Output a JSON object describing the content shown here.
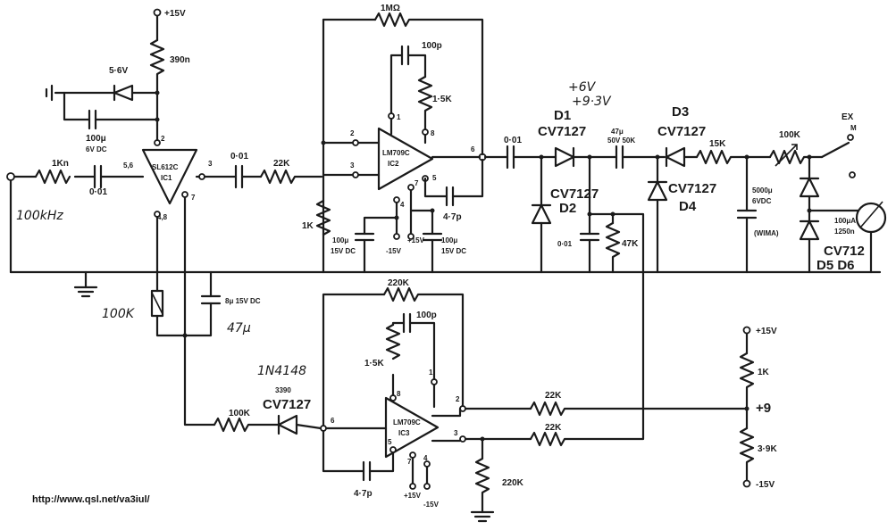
{
  "supplies": {
    "top": "+15V",
    "right_top": "+15V",
    "right_bottom": "-15V",
    "mid_tap": "+9",
    "ic2_pos": "+15V",
    "ic2_neg": "-15V",
    "ic3_pos": "+15V",
    "ic3_neg": "-15V"
  },
  "input": {
    "note": "100kHz"
  },
  "ic1": {
    "part": "SL612C",
    "ref": "IC1",
    "pin_in": "5,6",
    "pin_top": "2",
    "pin_out": "3",
    "pin_bot": "4,8",
    "pin_7": "7"
  },
  "ic2": {
    "part": "LM709C",
    "ref": "IC2",
    "pin_1": "1",
    "pin_2": "2",
    "pin_3": "3",
    "pin_4": "4",
    "pin_5": "5",
    "pin_6": "6",
    "pin_7": "7",
    "pin_8": "8"
  },
  "ic3": {
    "part": "LM709C",
    "ref": "IC3",
    "pin_1": "1",
    "pin_2": "2",
    "pin_3": "3",
    "pin_4": "4",
    "pin_5": "5",
    "pin_6": "6",
    "pin_7": "7",
    "pin_8": "8"
  },
  "components": {
    "r_in": "1Kn",
    "c_in": "0·01",
    "r_390": "390n",
    "zener": "5·6V",
    "c_100u": "100μ",
    "c_100u_v": "6V DC",
    "c_001a": "0·01",
    "r_22k_a": "22K",
    "r_1m": "1MΩ",
    "c_100p_a": "100p",
    "r_15k_a": "1·5K",
    "r_1k_a": "1K",
    "c_47p_a": "4·7p",
    "c_100u_a": "100μ",
    "c_100u_a_v": "15V DC",
    "c_100u_b": "100μ",
    "c_100u_b_v": "15V DC",
    "c_001b": "0·01",
    "d1_part": "CV7127",
    "d1_ref": "D1",
    "hw_note_1": "+6V",
    "hw_note_2": "+9·3V",
    "c_47u": "47μ",
    "c_47u_v": "50V 50K",
    "d3_part": "CV7127",
    "d3_ref": "D3",
    "r_15k_b": "15K",
    "pot_100k": "100K",
    "switch": "EX",
    "switch_pin": "M",
    "d2_part": "CV7127",
    "d2_ref": "D2",
    "d4_part": "CV7127",
    "d4_ref": "D4",
    "c_001c": "0·01",
    "r_47k": "47K",
    "c_5000u": "5000μ",
    "c_5000u_v": "6VDC",
    "c_5000u_brand": "(WIMA)",
    "meter": "100μA",
    "meter_r": "1250n",
    "d56_part": "CV712",
    "d56_ref": "D5 D6",
    "r_100k_hw": "100K",
    "c_8u": "8μ 15V DC",
    "c_8u_hw": "47μ",
    "r_220k": "220K",
    "c_100p_b": "100p",
    "r_15k_c": "1·5K",
    "r_100k": "100K",
    "diode_hw": "1N4148",
    "diode_hw2": "3390",
    "diode_part": "CV7127",
    "c_47p_b": "4·7p",
    "r_22k_b": "22K",
    "r_22k_c": "22K",
    "r_220k_b": "220K",
    "r_1k_b": "1K",
    "r_39k": "3·9K"
  },
  "footer": {
    "url": "http://www.qsl.net/va3iul/"
  }
}
